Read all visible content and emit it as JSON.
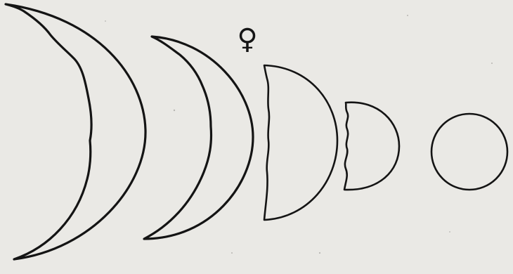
{
  "figure": {
    "symbol": "♀",
    "background": "#eae9e5",
    "ink": "#141414",
    "phases": [
      {
        "shape": "thin crescent"
      },
      {
        "shape": "crescent"
      },
      {
        "shape": "half (quarter phase)"
      },
      {
        "shape": "gibbous half"
      },
      {
        "shape": "full disc"
      }
    ]
  }
}
